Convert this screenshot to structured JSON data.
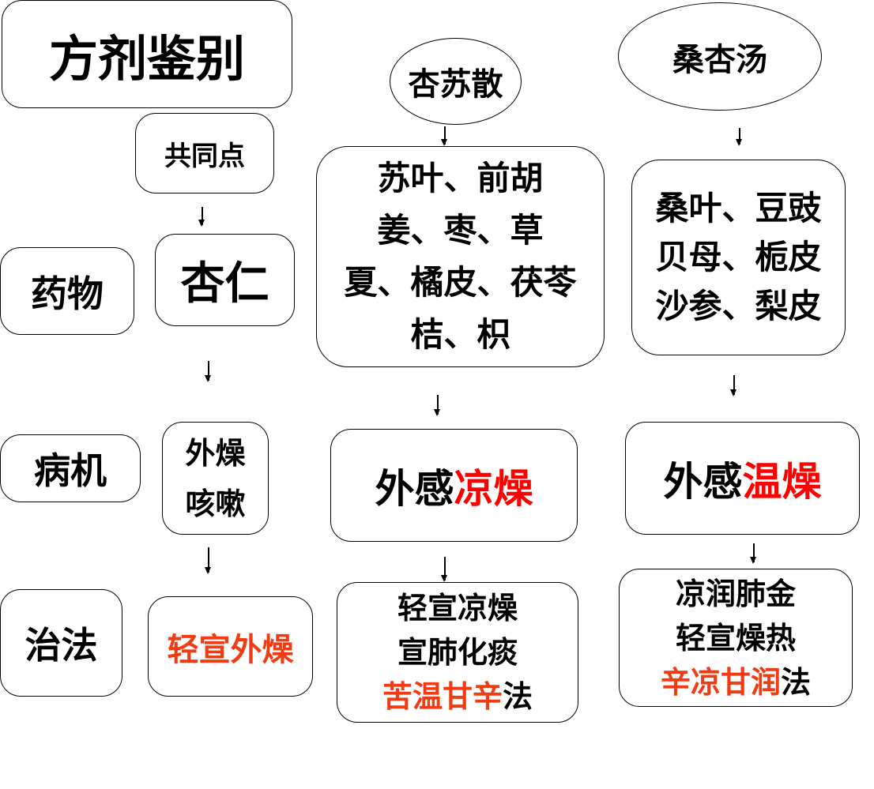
{
  "title": "方剂鉴别",
  "common_label": "共同点",
  "rows": {
    "drug": "药物",
    "mechanism": "病机",
    "treatment": "治法"
  },
  "common": {
    "drug": "杏仁",
    "mechanism": [
      "外燥",
      "咳嗽"
    ],
    "treatment": "轻宣外燥"
  },
  "formula1": {
    "name": "杏苏散",
    "drugs": [
      "苏叶、前胡",
      "姜、枣、草",
      "夏、橘皮、茯苓",
      "桔、枳"
    ],
    "mechanism_prefix": "外感",
    "mechanism_key": "凉燥",
    "treatment": [
      "轻宣凉燥",
      "宣肺化痰"
    ],
    "method_key": "苦温甘辛",
    "method_suffix": "法"
  },
  "formula2": {
    "name": "桑杏汤",
    "drugs": [
      "桑叶、豆豉",
      "贝母、栀皮",
      "沙参、梨皮"
    ],
    "mechanism_prefix": "外感",
    "mechanism_key": "温燥",
    "treatment": [
      "凉润肺金",
      "轻宣燥热"
    ],
    "method_key": "辛凉甘润",
    "method_suffix": "法"
  },
  "colors": {
    "red": "#ff0000",
    "orange_red": "#f03c14"
  }
}
